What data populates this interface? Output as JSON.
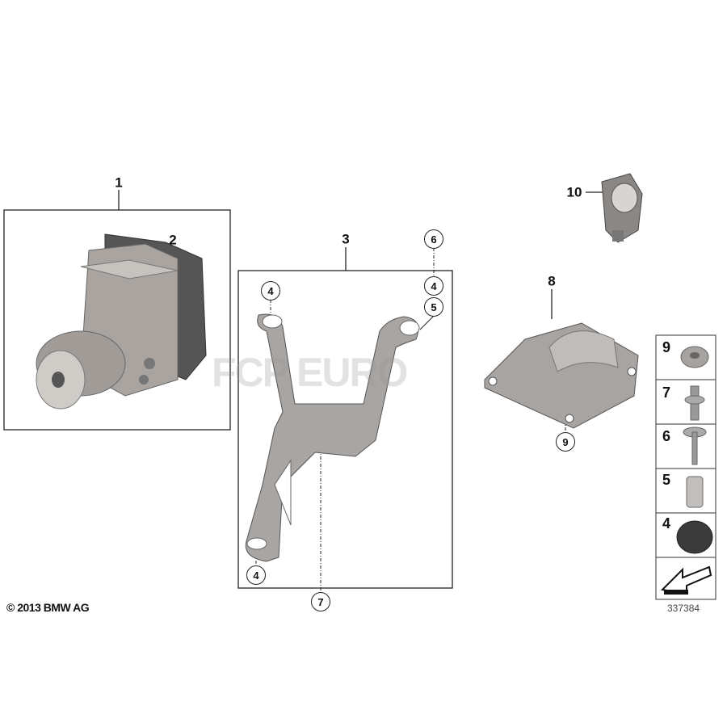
{
  "callouts": {
    "abs_unit": "1",
    "control_unit": "2",
    "bracket": "3",
    "bracket_top_4": "4",
    "bracket_top_right_4": "4",
    "bracket_top_right_5": "5",
    "bracket_top_right_6": "6",
    "bracket_bottom_4": "4",
    "bracket_bottom_7": "7",
    "module_cover": "8",
    "module_screw": "9",
    "sensor": "10"
  },
  "parts_panel": [
    "9",
    "7",
    "6",
    "5",
    "4"
  ],
  "copyright": "© 2013 BMW AG",
  "diagram_number": "337384",
  "watermark": "FCP EURO"
}
